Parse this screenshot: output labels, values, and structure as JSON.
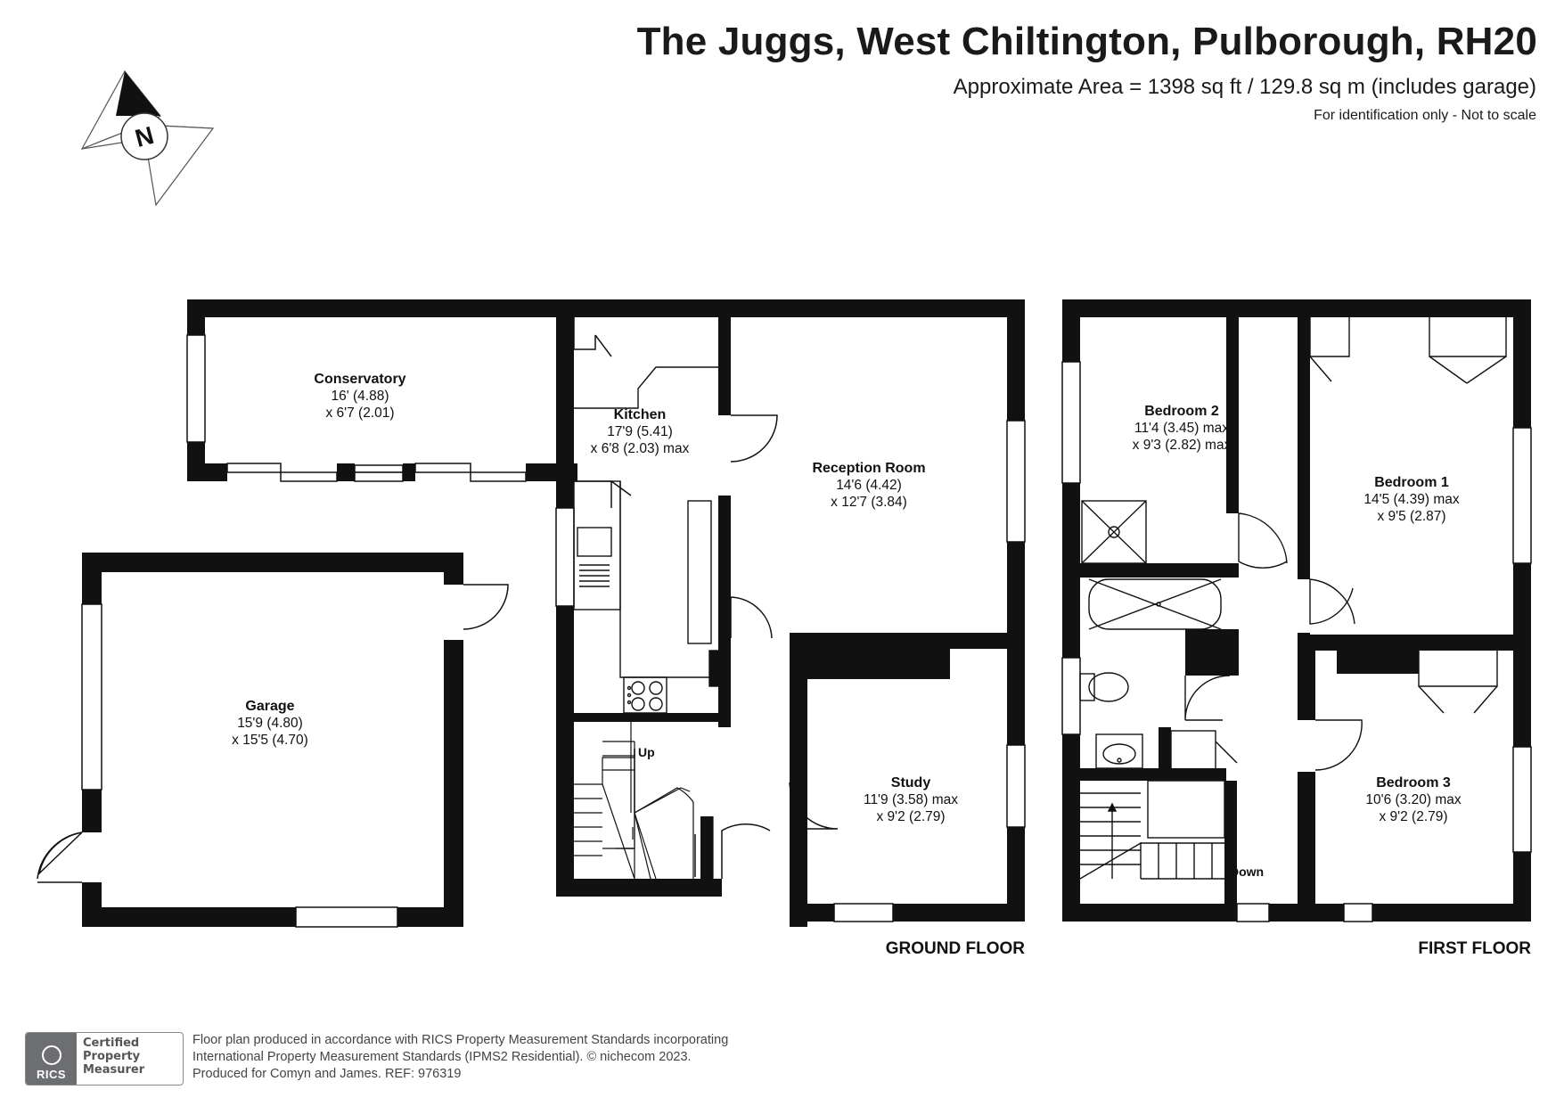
{
  "header": {
    "title": "The Juggs, West Chiltington, Pulborough, RH20",
    "area": "Approximate Area = 1398 sq ft / 129.8 sq m (includes garage)",
    "note": "For identification only - Not to scale"
  },
  "compass": {
    "label": "N"
  },
  "rooms": {
    "conservatory": {
      "name": "Conservatory",
      "dim1": "16' (4.88)",
      "dim2": "x 6'7 (2.01)"
    },
    "kitchen": {
      "name": "Kitchen",
      "dim1": "17'9 (5.41)",
      "dim2": "x 6'8 (2.03) max"
    },
    "reception": {
      "name": "Reception Room",
      "dim1": "14'6 (4.42)",
      "dim2": "x 12'7 (3.84)"
    },
    "garage": {
      "name": "Garage",
      "dim1": "15'9 (4.80)",
      "dim2": "x 15'5 (4.70)"
    },
    "study": {
      "name": "Study",
      "dim1": "11'9 (3.58) max",
      "dim2": "x 9'2 (2.79)"
    },
    "bedroom2": {
      "name": "Bedroom 2",
      "dim1": "11'4 (3.45) max",
      "dim2": "x 9'3 (2.82) max"
    },
    "bedroom1": {
      "name": "Bedroom 1",
      "dim1": "14'5 (4.39) max",
      "dim2": "x 9'5 (2.87)"
    },
    "bedroom3": {
      "name": "Bedroom 3",
      "dim1": "10'6 (3.20) max",
      "dim2": "x 9'2 (2.79)"
    }
  },
  "stairs": {
    "up": "Up",
    "down": "Down"
  },
  "floors": {
    "ground": "GROUND FLOOR",
    "first": "FIRST FLOOR"
  },
  "badge": {
    "org": "RICS",
    "line1": "Certified",
    "line2": "Property",
    "line3": "Measurer"
  },
  "footer": {
    "line1": "Floor plan produced in accordance with RICS Property Measurement Standards incorporating",
    "line2": "International Property Measurement Standards (IPMS2 Residential).   © nichecom 2023.",
    "line3": "Produced for Comyn and James.   REF: 976319"
  }
}
